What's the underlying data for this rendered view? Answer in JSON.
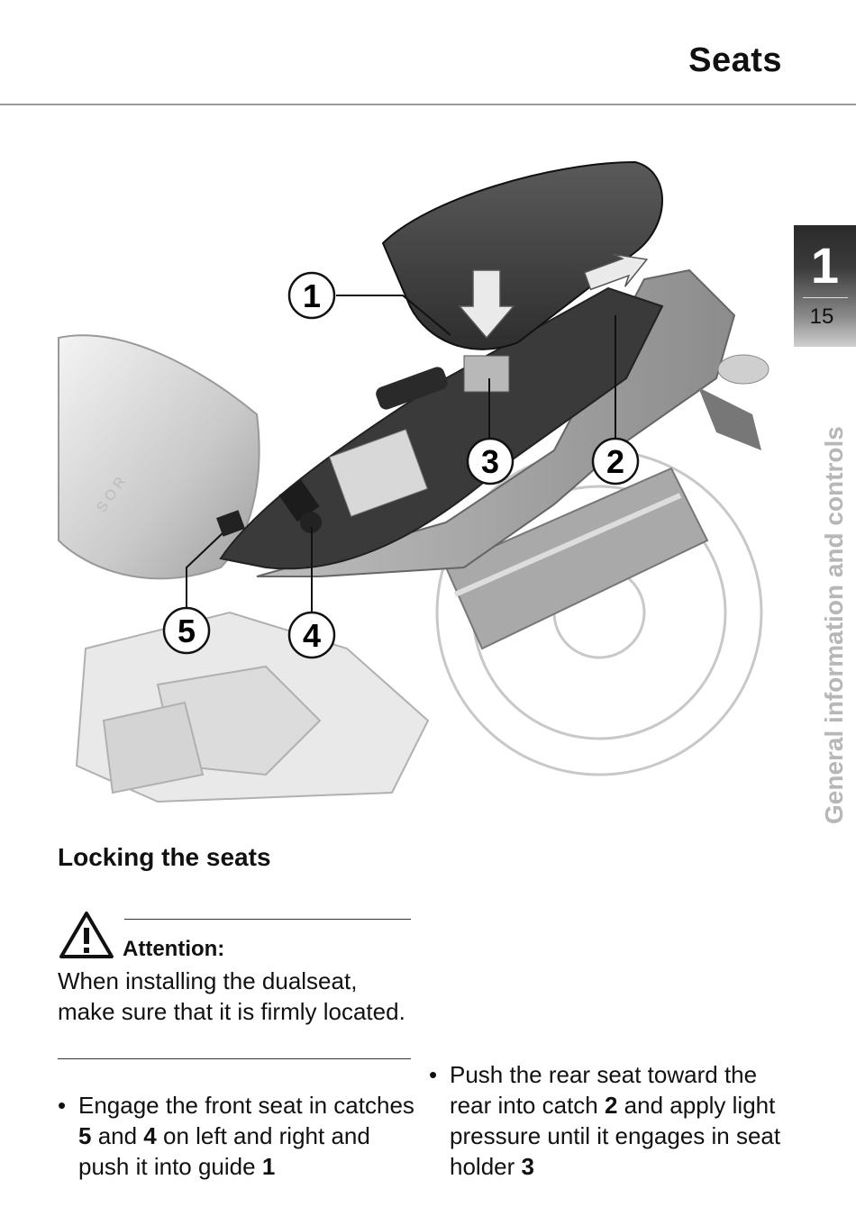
{
  "header": {
    "title": "Seats"
  },
  "chapter_tab": {
    "number": "1",
    "page": "15"
  },
  "side_label": "General information and controls",
  "figure": {
    "callouts": [
      "1",
      "2",
      "3",
      "4",
      "5"
    ],
    "icon": "motorcycle-seat-diagram"
  },
  "section": {
    "heading": "Locking the seats"
  },
  "warning": {
    "icon": "warning-triangle-icon",
    "title": "Attention:",
    "body": "When installing the dualseat, make sure that it is firmly located."
  },
  "bullets": [
    {
      "bullet": "•",
      "parts": [
        "Engage the front seat in catches ",
        "5",
        " and ",
        "4",
        " on left and right and push it into guide ",
        "1"
      ]
    },
    {
      "bullet": "•",
      "parts": [
        "Push the rear seat toward the rear into catch ",
        "2",
        " and apply light pressure until it engages in seat holder ",
        "3"
      ]
    }
  ]
}
